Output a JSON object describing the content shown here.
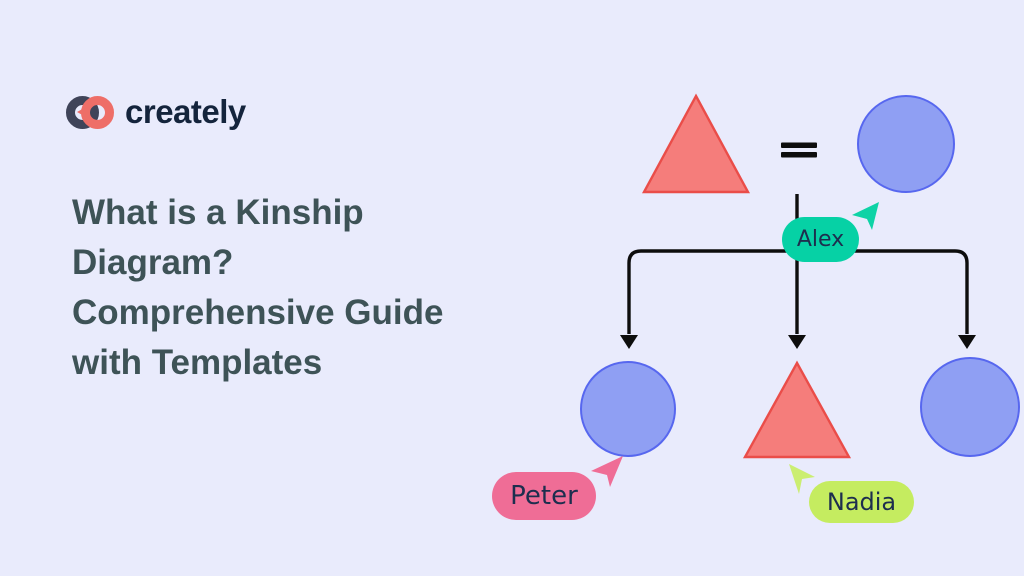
{
  "page": {
    "background_color": "#E9EBFC"
  },
  "brand": {
    "logo_text": "creately",
    "logo_icon": "creately-interlocking-rings-icon",
    "colors": {
      "ring_dark": "#3F4459",
      "ring_coral": "#EE6E68",
      "wordmark": "#14243C"
    }
  },
  "header": {
    "title": "What is a Kinship Diagram? Comprehensive Guide with Templates",
    "title_lines": [
      "What is a Kinship",
      "Diagram?",
      "Comprehensive Guide",
      "with Templates"
    ],
    "color": "#3E5357"
  },
  "diagram": {
    "description": "Sample kinship diagram: a triangle (male) joined by an equals sign (marriage) to a circle (female, labeled Alex); three children descend via arrows: circle (Peter), triangle (Nadia), circle (unlabeled).",
    "symbols": {
      "male": "triangle",
      "female": "circle",
      "marriage": "equals-sign",
      "descent": "arrow"
    },
    "parents": [
      {
        "symbol": "triangle",
        "label": ""
      },
      {
        "symbol": "circle",
        "label": "Alex",
        "label_color": "#06D1A5",
        "cursor_color": "#0ED3A6"
      }
    ],
    "children": [
      {
        "symbol": "circle",
        "label": "Peter",
        "label_color": "#EF6D96",
        "cursor_color": "#EF6D96"
      },
      {
        "symbol": "triangle",
        "label": "Nadia",
        "label_color": "#C5EC60",
        "cursor_color": "#CBEE71"
      },
      {
        "symbol": "circle",
        "label": ""
      }
    ],
    "colors": {
      "triangle_fill": "#F57D7B",
      "triangle_stroke": "#EA4D49",
      "circle_fill": "#8F9FF3",
      "circle_stroke": "#5767EF",
      "connector": "#0D0D0D",
      "label_text": "#1D2E4E"
    }
  }
}
